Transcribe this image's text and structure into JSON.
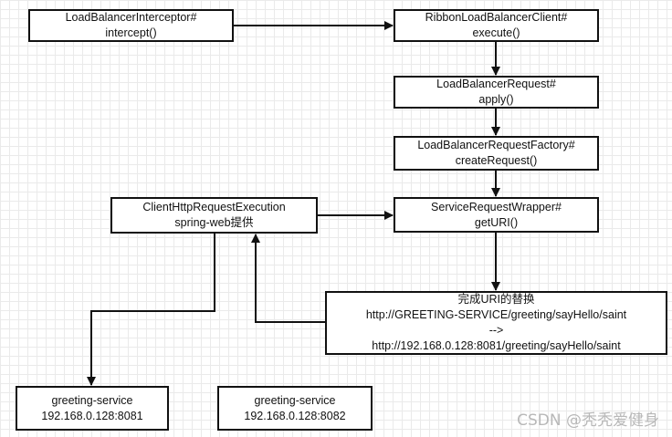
{
  "nodes": {
    "interceptor": {
      "line1": "LoadBalancerInterceptor#",
      "line2": "intercept()"
    },
    "ribbon_client": {
      "line1": "RibbonLoadBalancerClient#",
      "line2": "execute()"
    },
    "lb_request": {
      "line1": "LoadBalancerRequest#",
      "line2": "apply()"
    },
    "request_factory": {
      "line1": "LoadBalancerRequestFactory#",
      "line2": "createRequest()"
    },
    "wrapper": {
      "line1": "ServiceRequestWrapper#",
      "line2": "getURI()"
    },
    "http_execution": {
      "line1": "ClientHttpRequestExecution",
      "line2": "spring-web提供"
    },
    "uri_replace": {
      "line1": "完成URI的替换",
      "line2": "http://GREETING-SERVICE/greeting/sayHello/saint",
      "line3": "-->",
      "line4": "http://192.168.0.128:8081/greeting/sayHello/saint"
    },
    "service_8081": {
      "line1": "greeting-service",
      "line2": "192.168.0.128:8081"
    },
    "service_8082": {
      "line1": "greeting-service",
      "line2": "192.168.0.128:8082"
    }
  },
  "edges": [
    {
      "from": "interceptor",
      "to": "ribbon_client"
    },
    {
      "from": "ribbon_client",
      "to": "lb_request"
    },
    {
      "from": "lb_request",
      "to": "request_factory"
    },
    {
      "from": "request_factory",
      "to": "wrapper"
    },
    {
      "from": "http_execution",
      "to": "wrapper"
    },
    {
      "from": "wrapper",
      "to": "uri_replace"
    },
    {
      "from": "uri_replace",
      "to": "http_execution"
    },
    {
      "from": "http_execution",
      "to": "service_8081"
    }
  ],
  "watermark": "CSDN @秃秃爱健身"
}
